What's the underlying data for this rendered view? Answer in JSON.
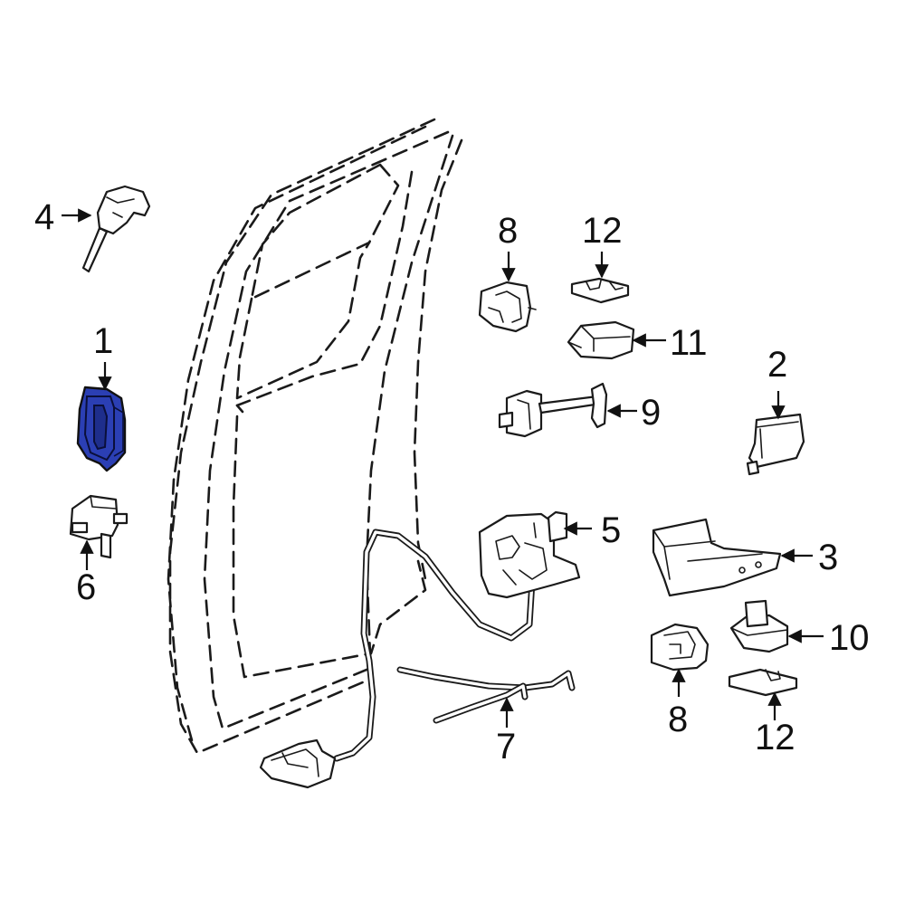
{
  "diagram": {
    "highlight_color": "#2b3fb4",
    "line_color": "#1a1a1a",
    "background": "#ffffff"
  },
  "callouts": {
    "c1": "1",
    "c2": "2",
    "c3": "3",
    "c4": "4",
    "c5": "5",
    "c6": "6",
    "c7": "7",
    "c8a": "8",
    "c8b": "8",
    "c9": "9",
    "c10": "10",
    "c11": "11",
    "c12a": "12",
    "c12b": "12"
  }
}
